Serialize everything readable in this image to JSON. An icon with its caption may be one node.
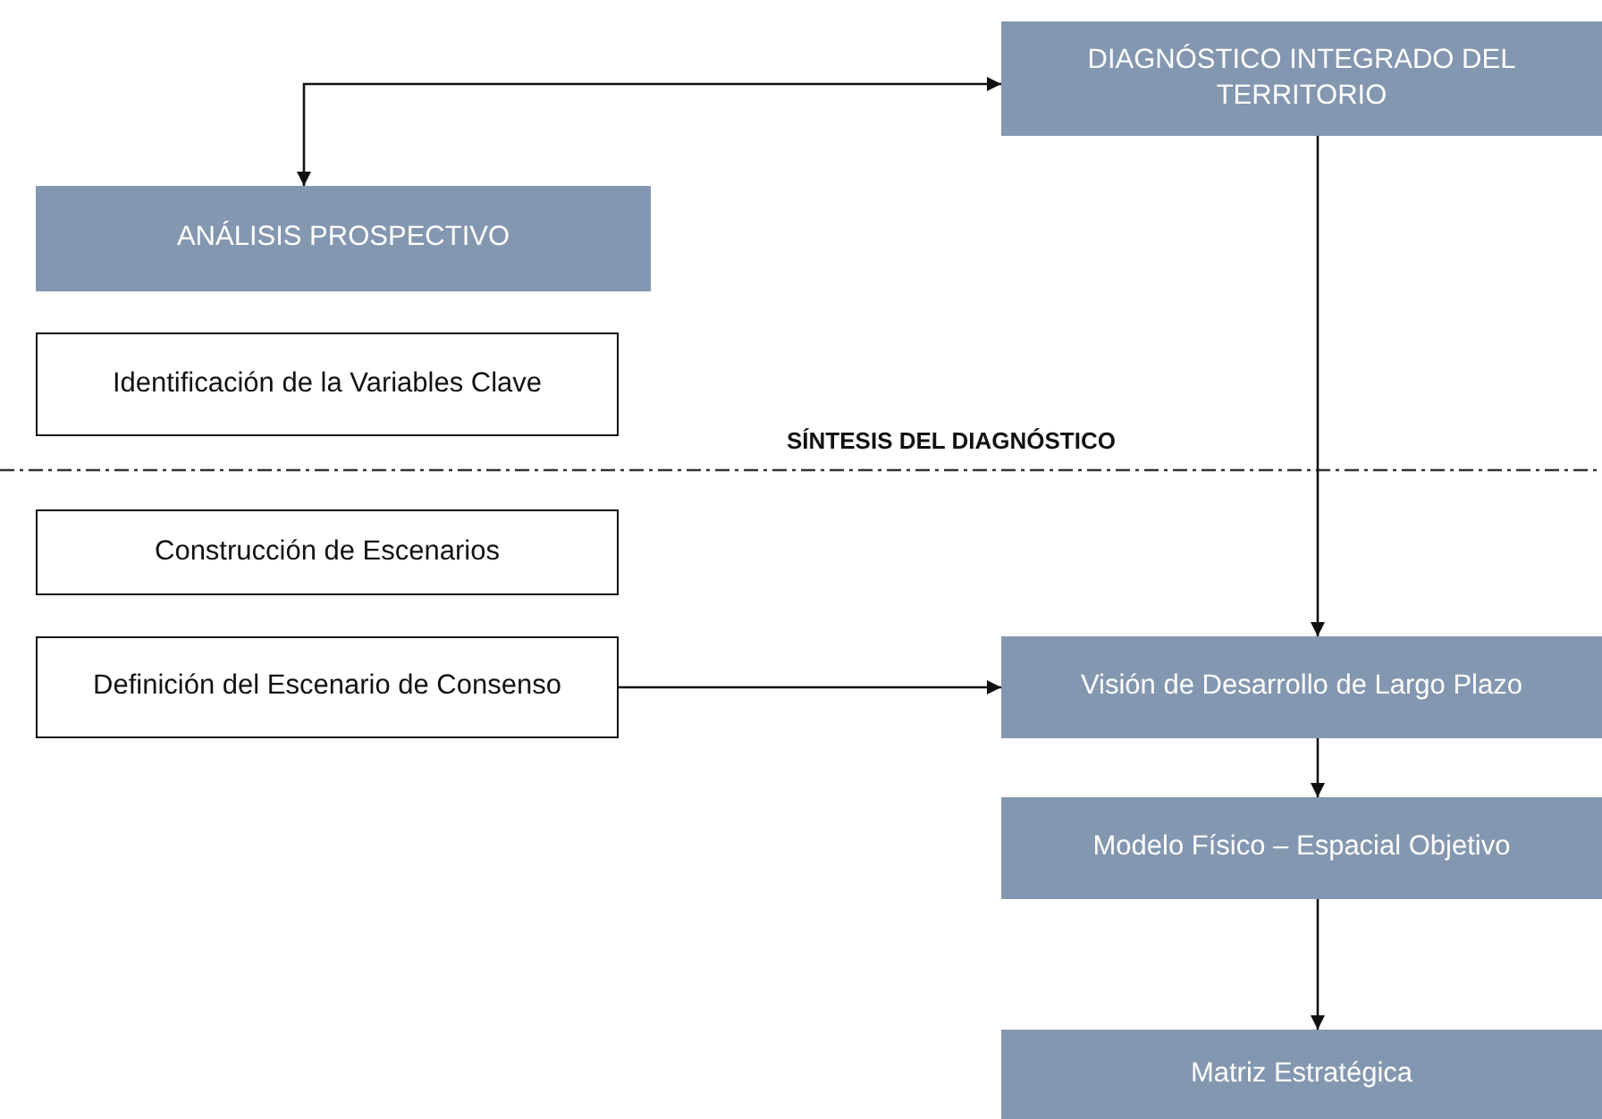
{
  "diagram": {
    "nodes": [
      {
        "text": [
          "DIAGNÓSTICO INTEGRADO DEL TERRITORIO"
        ]
      },
      {
        "text": [
          "ANÁLISIS PROSPECTIVO"
        ]
      },
      {
        "text": [
          "Identificación de la Variables Clave"
        ]
      },
      {
        "text": [
          "Construcción de Escenarios"
        ]
      },
      {
        "text": [
          "Definición del Escenario de Consenso"
        ]
      },
      {
        "text": [
          "Visión de Desarrollo de Largo Plazo"
        ]
      },
      {
        "text": [
          "Modelo Físico – Espacial Objetivo"
        ]
      },
      {
        "text": [
          "Matriz Estratégica"
        ]
      }
    ],
    "edges": [
      {
        "from": 0,
        "to": 1,
        "arrow": "both"
      },
      {
        "from": 0,
        "to": 5,
        "arrow": "to"
      },
      {
        "from": 4,
        "to": 5,
        "arrow": "to"
      },
      {
        "from": 5,
        "to": 6,
        "arrow": "to"
      },
      {
        "from": 6,
        "to": 7,
        "arrow": "to"
      }
    ],
    "labels": [
      "SÍNTESIS DEL DIAGNÓSTICO"
    ]
  }
}
